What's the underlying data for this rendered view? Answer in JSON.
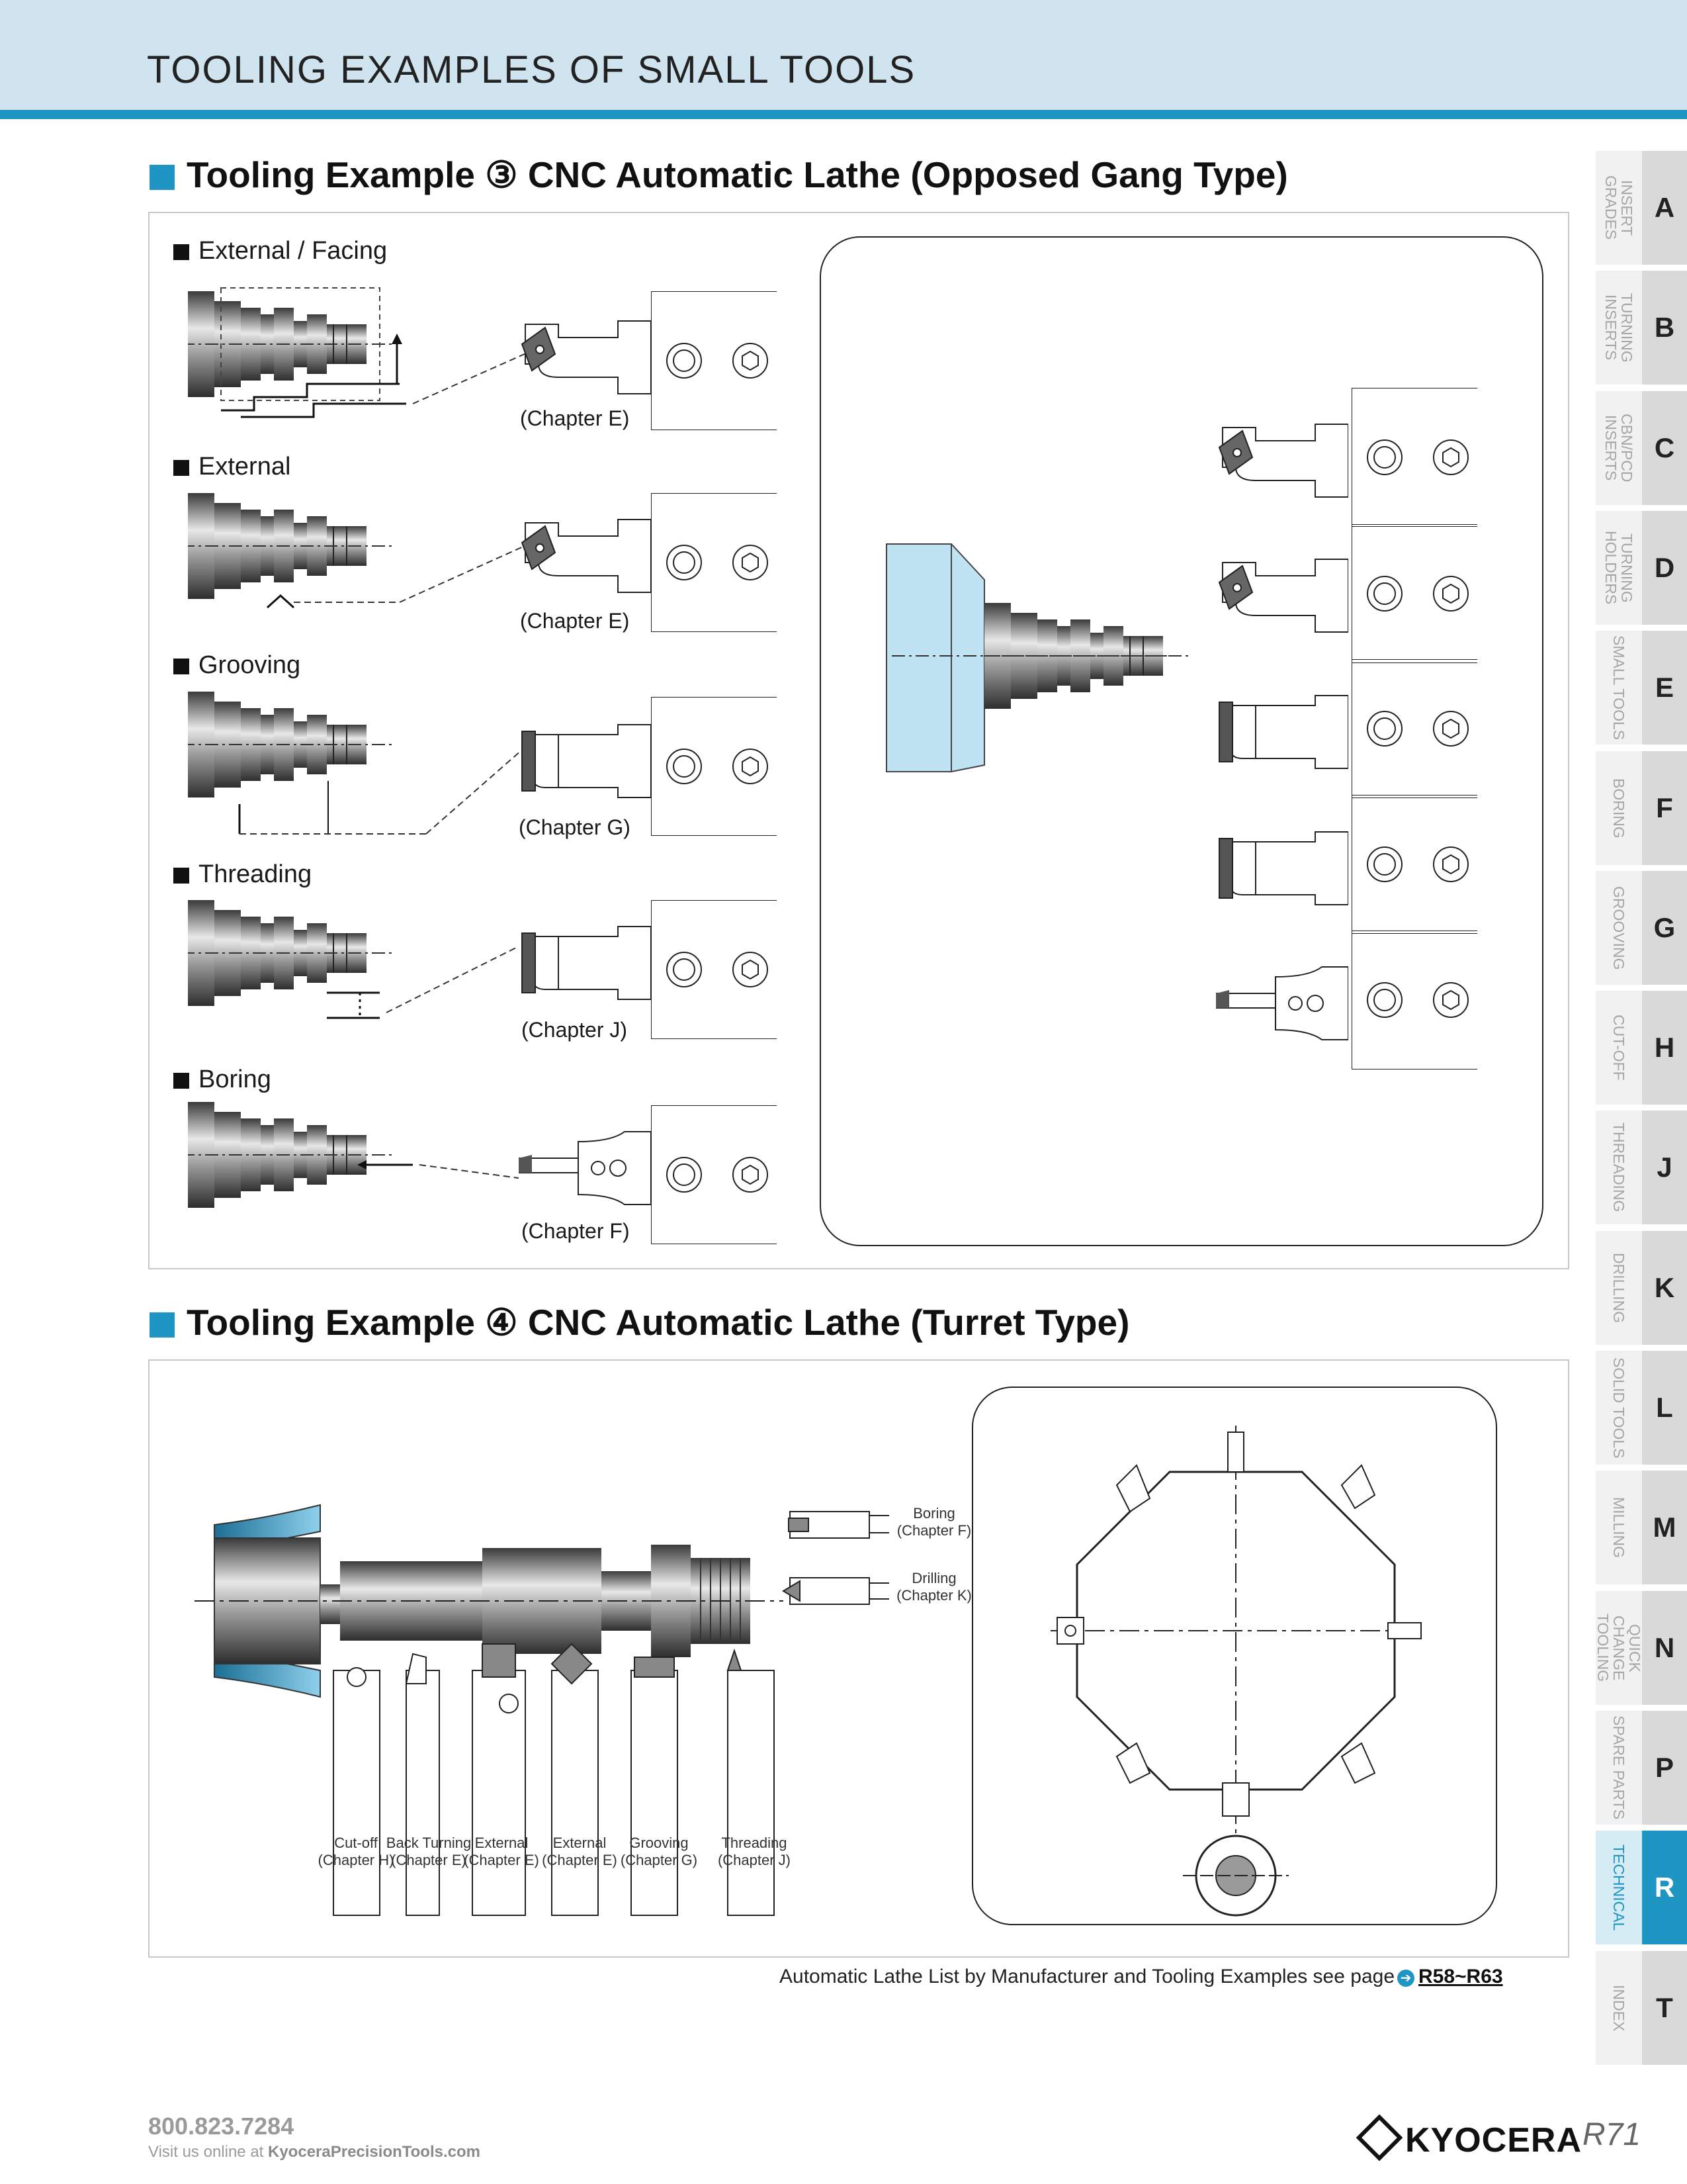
{
  "header": {
    "title": "TOOLING EXAMPLES OF SMALL TOOLS"
  },
  "section3": {
    "title": "Tooling Example ③ CNC Automatic Lathe (Opposed Gang Type)",
    "operations": [
      {
        "label": "External / Facing",
        "chapter": "(Chapter E)"
      },
      {
        "label": "External",
        "chapter": "(Chapter E)"
      },
      {
        "label": "Grooving",
        "chapter": "(Chapter G)"
      },
      {
        "label": "Threading",
        "chapter": "(Chapter J)"
      },
      {
        "label": "Boring",
        "chapter": "(Chapter F)"
      }
    ]
  },
  "section4": {
    "title": "Tooling Example ④ CNC Automatic Lathe (Turret Type)",
    "gang_tools": [
      {
        "name": "Cut-off",
        "chapter": "(Chapter H)"
      },
      {
        "name": "Back Turning",
        "chapter": "(Chapter E)"
      },
      {
        "name": "External",
        "chapter": "(Chapter E)"
      },
      {
        "name": "External",
        "chapter": "(Chapter E)"
      },
      {
        "name": "Grooving",
        "chapter": "(Chapter G)"
      },
      {
        "name": "Threading",
        "chapter": "(Chapter J)"
      }
    ],
    "side_tools": [
      {
        "name": "Boring",
        "chapter": "(Chapter F)"
      },
      {
        "name": "Drilling",
        "chapter": "(Chapter K)"
      }
    ]
  },
  "reference": {
    "text": "Automatic Lathe List by Manufacturer and Tooling Examples see page",
    "link": "R58~R63"
  },
  "side_tabs": [
    {
      "label": "INSERT GRADES",
      "letter": "A"
    },
    {
      "label": "TURNING INSERTS",
      "letter": "B"
    },
    {
      "label": "CBN/PCD INSERTS",
      "letter": "C"
    },
    {
      "label": "TURNING HOLDERS",
      "letter": "D"
    },
    {
      "label": "SMALL TOOLS",
      "letter": "E"
    },
    {
      "label": "BORING",
      "letter": "F"
    },
    {
      "label": "GROOVING",
      "letter": "G"
    },
    {
      "label": "CUT-OFF",
      "letter": "H"
    },
    {
      "label": "THREADING",
      "letter": "J"
    },
    {
      "label": "DRILLING",
      "letter": "K"
    },
    {
      "label": "SOLID TOOLS",
      "letter": "L"
    },
    {
      "label": "MILLING",
      "letter": "M"
    },
    {
      "label": "QUICK CHANGE TOOLING",
      "letter": "N"
    },
    {
      "label": "SPARE PARTS",
      "letter": "P"
    },
    {
      "label": "TECHNICAL",
      "letter": "R",
      "active": true
    },
    {
      "label": "INDEX",
      "letter": "T"
    }
  ],
  "footer": {
    "phone": "800.823.7284",
    "web_prefix": "Visit us online at",
    "web_url": "KyoceraPrecisionTools.com",
    "brand": "KYOCERA",
    "page": "R71"
  },
  "colors": {
    "accent": "#1f95c4",
    "header_bg": "#cfe4ef",
    "chuck": "#bfe3f3"
  }
}
